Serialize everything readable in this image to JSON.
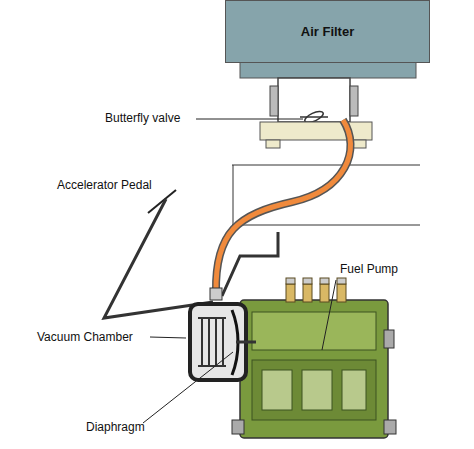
{
  "diagram": {
    "nodes": [
      {
        "text": [
          "Air Filter"
        ]
      }
    ],
    "labels": [
      "Butterfly valve",
      "Accelerator Pedal",
      "Fuel Pump",
      "Vacuum Chamber",
      "Diaphragm"
    ]
  }
}
